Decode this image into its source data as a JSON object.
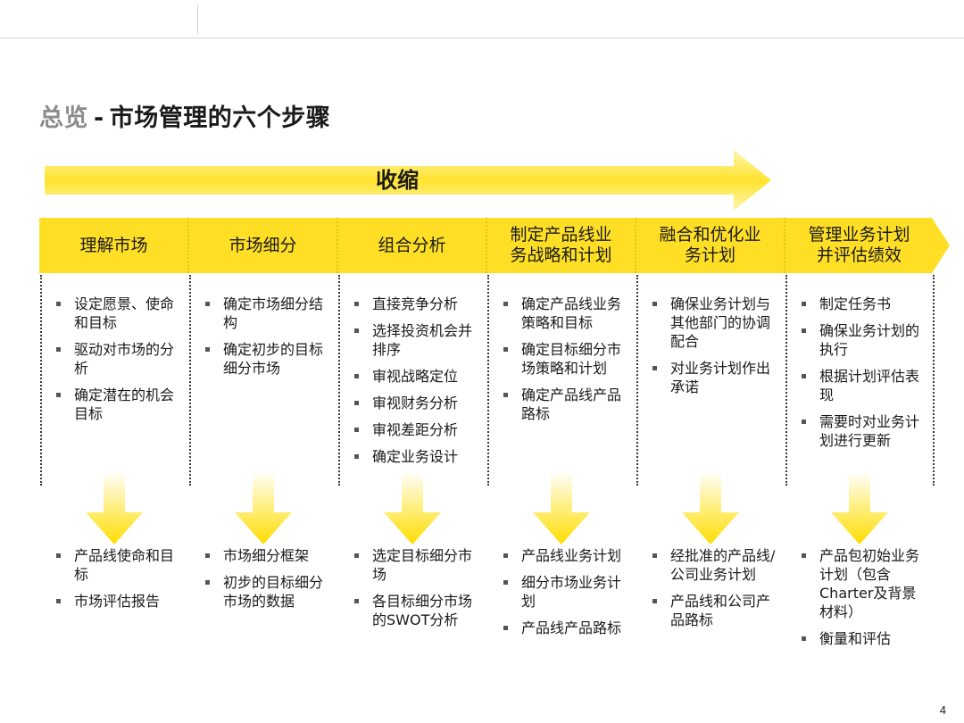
{
  "title": {
    "prefix": "总览",
    "separator": "-",
    "main": "市场管理的六个步骤"
  },
  "big_arrow_label": "收缩",
  "colors": {
    "yellow": "#ffdd00",
    "yellow_light": "#fff3a0",
    "header_fill": "#ffdf26"
  },
  "steps": [
    {
      "header": [
        "理解市场"
      ],
      "items": [
        "设定愿景、使命和目标",
        "驱动对市场的分析",
        "确定潜在的机会目标"
      ],
      "outputs": [
        "产品线使命和目标",
        "市场评估报告"
      ]
    },
    {
      "header": [
        "市场细分"
      ],
      "items": [
        "确定市场细分结构",
        "确定初步的目标细分市场"
      ],
      "outputs": [
        "市场细分框架",
        "初步的目标细分市场的数据"
      ]
    },
    {
      "header": [
        "组合分析"
      ],
      "items": [
        "直接竞争分析",
        "选择投资机会并排序",
        "审视战略定位",
        "审视财务分析",
        "审视差距分析",
        "确定业务设计"
      ],
      "outputs": [
        "选定目标细分市场",
        "各目标细分市场的SWOT分析"
      ]
    },
    {
      "header": [
        "制定产品线业",
        "务战略和计划"
      ],
      "items": [
        "确定产品线业务策略和目标",
        "确定目标细分市场策略和计划",
        "确定产品线产品路标"
      ],
      "outputs": [
        "产品线业务计划",
        "细分市场业务计划",
        "产品线产品路标"
      ]
    },
    {
      "header": [
        "融合和优化业",
        "务计划"
      ],
      "items": [
        "确保业务计划与其他部门的协调配合",
        "对业务计划作出承诺"
      ],
      "outputs": [
        "经批准的产品线/公司业务计划",
        "产品线和公司产品路标"
      ]
    },
    {
      "header": [
        "管理业务计划",
        "并评估绩效"
      ],
      "items": [
        "制定任务书",
        "确保业务计划的执行",
        "根据计划评估表现",
        "需要时对业务计划进行更新"
      ],
      "outputs": [
        "产品包初始业务计划（包含Charter及背景材料）",
        "衡量和评估"
      ]
    }
  ],
  "page_number": "4"
}
